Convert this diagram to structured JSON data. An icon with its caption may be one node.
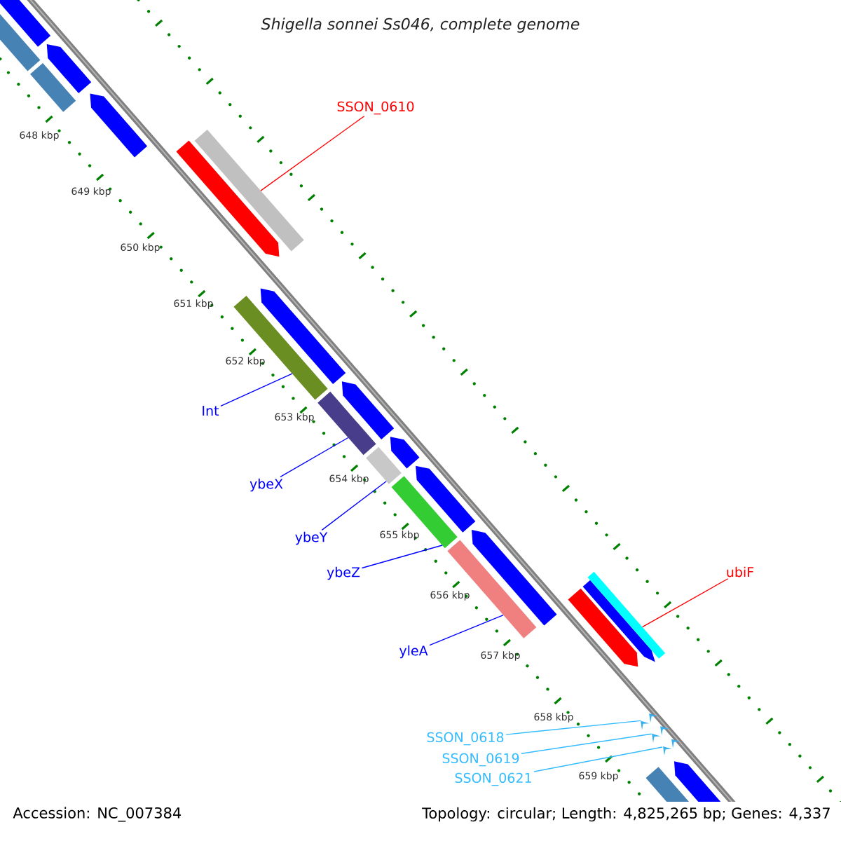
{
  "diagram": {
    "title": "Shigella sonnei Ss046, complete genome",
    "nodes": [
      {
        "text": [
          "SSON_0610"
        ]
      },
      {
        "text": [
          "Int"
        ]
      },
      {
        "text": [
          "ybeX"
        ]
      },
      {
        "text": [
          "ybeY"
        ]
      },
      {
        "text": [
          "ubiF"
        ]
      },
      {
        "text": [
          "ybeZ"
        ]
      },
      {
        "text": [
          "yleA"
        ]
      },
      {
        "text": [
          "SSON_0618"
        ]
      },
      {
        "text": [
          "SSON_0619"
        ]
      },
      {
        "text": [
          "SSON_0621"
        ]
      },
      {
        "text": [],
        "shape": "bar"
      },
      {
        "text": [],
        "shape": "bar"
      },
      {
        "text": [],
        "shape": "bar"
      },
      {
        "text": [],
        "shape": "bar"
      },
      {
        "text": [],
        "shape": "bar"
      },
      {
        "text": [],
        "shape": "bar"
      },
      {
        "text": [],
        "shape": "bar"
      },
      {
        "text": [],
        "shape": "chevron"
      },
      {
        "text": [],
        "shape": "chevron"
      },
      {
        "text": [],
        "shape": "chevron"
      },
      {
        "text": [],
        "shape": "arrow"
      }
    ],
    "edges": [
      {
        "from": 0,
        "to": 10,
        "arrow": "none",
        "color": "#ff0000"
      },
      {
        "from": 1,
        "to": 11,
        "arrow": "none"
      },
      {
        "from": 2,
        "to": 12,
        "arrow": "none"
      },
      {
        "from": 3,
        "to": 13,
        "arrow": "none"
      },
      {
        "from": 4,
        "to": 16,
        "arrow": "none",
        "color": "#ff0000"
      },
      {
        "from": 5,
        "to": 14,
        "arrow": "none"
      },
      {
        "from": 6,
        "to": 15,
        "arrow": "none"
      },
      {
        "from": 7,
        "to": 17,
        "arrow": "none",
        "color": "#33bbff"
      },
      {
        "from": 8,
        "to": 18,
        "arrow": "none",
        "color": "#33bbff"
      },
      {
        "from": 9,
        "to": 19,
        "arrow": "none",
        "color": "#33bbff"
      }
    ],
    "labels": [
      "648 kbp",
      "649 kbp",
      "650 kbp",
      "651 kbp",
      "652 kbp",
      "653 kbp",
      "654 kbp",
      "655 kbp",
      "656 kbp",
      "657 kbp",
      "658 kbp",
      "659 kbp",
      "Accession: NC_007384",
      "Topology: circular; Length: 4,825,265 bp; Genes: 4,337"
    ]
  }
}
